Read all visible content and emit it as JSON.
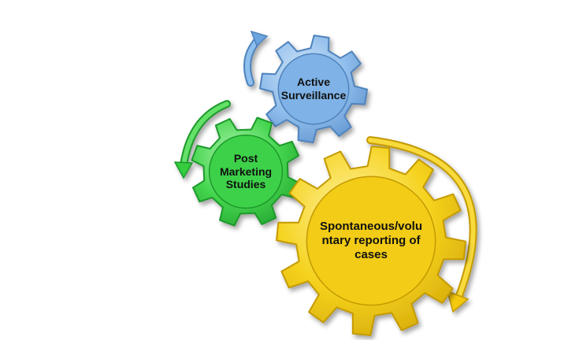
{
  "gears": [
    {
      "id": "active-surveillance",
      "lines": [
        "Active",
        "Surveillance"
      ],
      "color": "#7fb2e6",
      "edge": "#4f83bd"
    },
    {
      "id": "post-marketing-studies",
      "lines": [
        "Post",
        "Marketing",
        "Studies"
      ],
      "color": "#3ed14a",
      "edge": "#1f9a2b"
    },
    {
      "id": "spontaneous-reporting",
      "lines": [
        "Spontaneous/volu",
        "ntary reporting of",
        "cases"
      ],
      "color": "#f2cc16",
      "edge": "#c49a06"
    }
  ],
  "arrows": {
    "blue": "#6aa5e0",
    "green": "#35cc3f",
    "yellow": "#f4c80f"
  }
}
